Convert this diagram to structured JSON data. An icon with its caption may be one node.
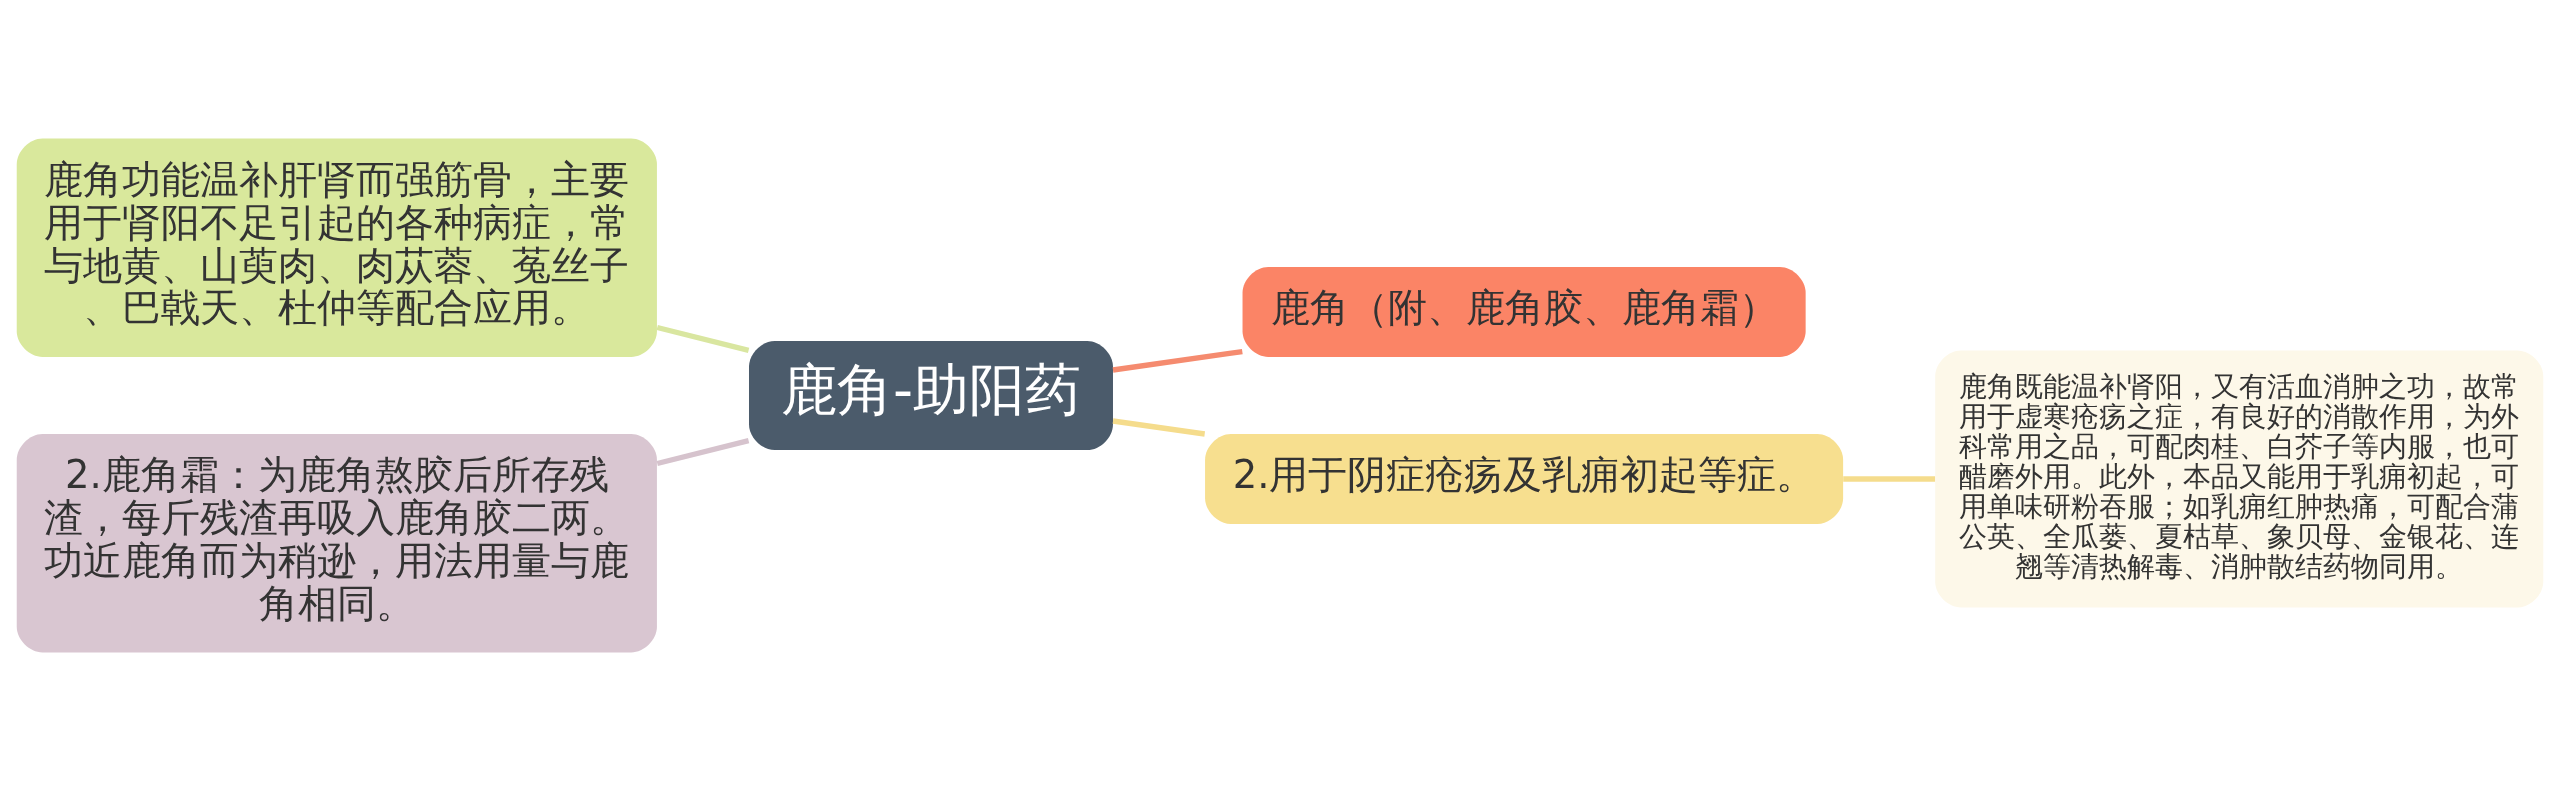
{
  "diagram": {
    "nodes": [
      {
        "text": [
          "鹿角-助阳药"
        ]
      },
      {
        "text": [
          "鹿角功能温补肝肾而强筋骨，主要用于肾阳不足引起的各种病症，常与地黄、山萸肉、肉苁蓉、菟丝子、巴戟天、杜仲等配合应用。"
        ]
      },
      {
        "text": [
          "2.鹿角霜：为鹿角熬胶后所存残渣，每斤残渣再吸入鹿角胶二两。功近鹿角而为稍逊，用法用量与鹿角相同。"
        ]
      },
      {
        "text": [
          "鹿角（附、鹿角胶、鹿角霜）"
        ]
      },
      {
        "text": [
          "2.用于阴症疮疡及乳痈初起等症。"
        ]
      },
      {
        "text": [
          "鹿角既能温补肾阳，又有活血消肿之功，故常用于虚寒疮疡之症，有良好的消散作用，为外科常用之品，可配肉桂、白芥子等内服，也可醋磨外用。此外，本品又能用于乳痈初起，可用单味研粉吞服；如乳痈红肿热痛，可配合蒲公英、全瓜蒌、夏枯草、象贝母、金银花、连翘等清热解毒、消肿散结药物同用。"
        ]
      }
    ],
    "edges": [
      {
        "from": 0,
        "to": 1,
        "arrow": "none",
        "color": "#d9e6a0"
      },
      {
        "from": 0,
        "to": 2,
        "arrow": "none",
        "color": "#d6c3cd"
      },
      {
        "from": 0,
        "to": 3,
        "arrow": "none",
        "color": "#f58b6f"
      },
      {
        "from": 0,
        "to": 4,
        "arrow": "none",
        "color": "#f5dc8c"
      },
      {
        "from": 4,
        "to": 5,
        "arrow": "none",
        "color": "#f5dc8c"
      }
    ]
  }
}
